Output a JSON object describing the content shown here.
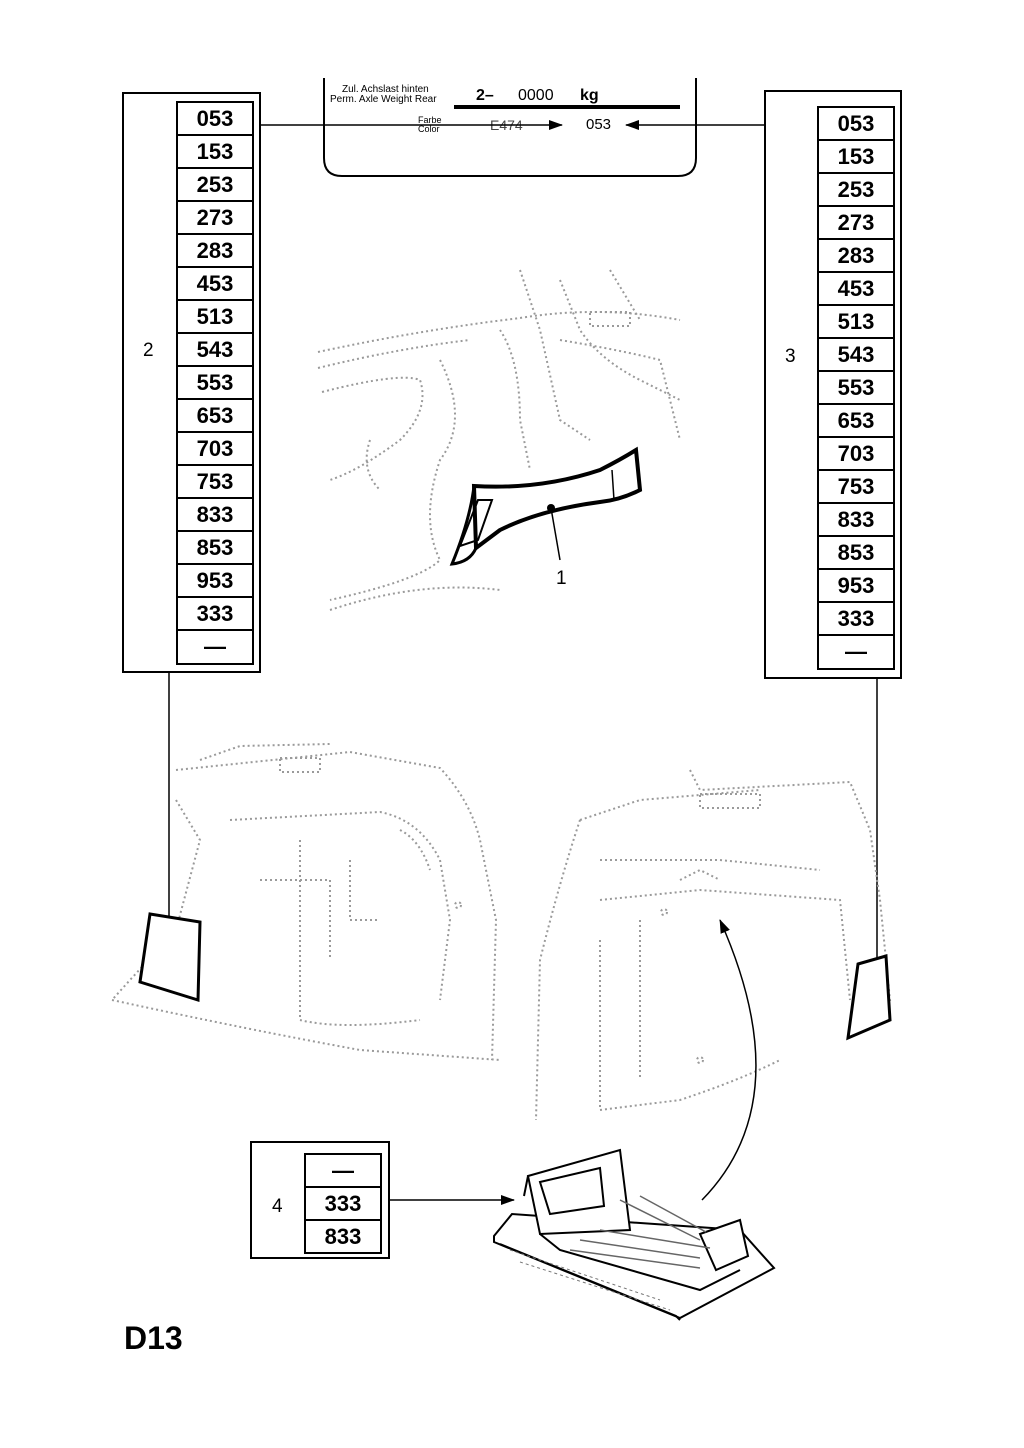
{
  "plate": {
    "line1_de": "Zul. Achslast hinten",
    "line1_en": "Perm. Axle Weight Rear",
    "weight_prefix": "2–",
    "weight_value": "0000",
    "weight_unit": "kg",
    "color_de": "Farbe",
    "color_en": "Color",
    "code_ghost": "E474",
    "color_code": "053"
  },
  "left_list": {
    "callout": "2",
    "codes": [
      "053",
      "153",
      "253",
      "273",
      "283",
      "453",
      "513",
      "543",
      "553",
      "653",
      "703",
      "753",
      "833",
      "853",
      "953",
      "333",
      "—"
    ]
  },
  "right_list": {
    "callout": "3",
    "codes": [
      "053",
      "153",
      "253",
      "273",
      "283",
      "453",
      "513",
      "543",
      "553",
      "653",
      "703",
      "753",
      "833",
      "853",
      "953",
      "333",
      "—"
    ]
  },
  "bottom_list": {
    "callout": "4",
    "codes": [
      "—",
      "333",
      "833"
    ]
  },
  "part_callout": "1",
  "page_id": "D13"
}
